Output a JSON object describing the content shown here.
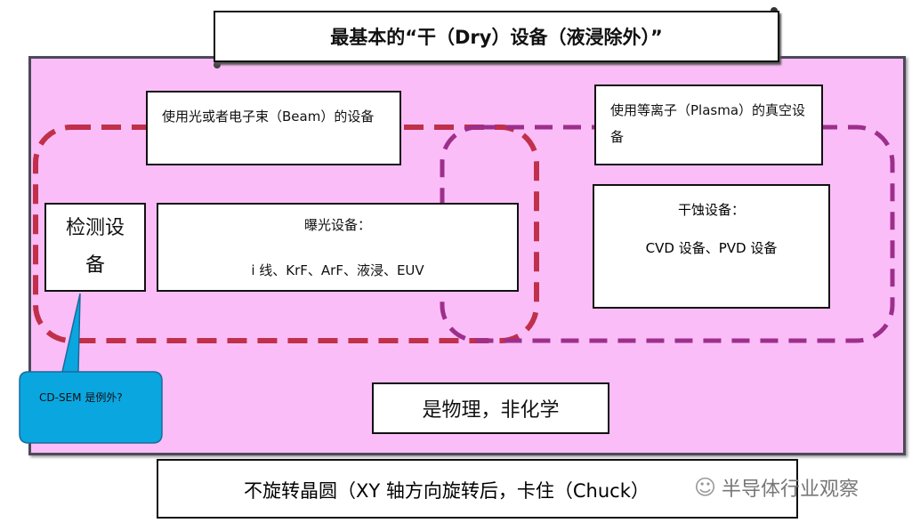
{
  "title": "最基本的“干（Dry）设备（液浸除外）”",
  "beam_box": "使用光或者电子束（Beam）的设备",
  "plasma_box": "使用等离子（Plasma）的真空设备",
  "inspection_box": "检测设备",
  "exposure_box": {
    "title": "曝光设备：",
    "detail": "i 线、KrF、ArF、液浸、EUV"
  },
  "etch_box": {
    "title": "干蚀设备：",
    "detail": "CVD 设备、PVD 设备"
  },
  "physical_box": "是物理，非化学",
  "callout": "CD-SEM 是例外?",
  "bottom_box": "不旋转晶圆（XY 轴方向旋转后，卡住（Chuck）",
  "watermark": "半导体行业观察",
  "colors": {
    "background": "#fbbdf7",
    "beam_dash": "#c0304a",
    "plasma_dash": "#9c2f8c",
    "callout": "#0aa6e0"
  }
}
